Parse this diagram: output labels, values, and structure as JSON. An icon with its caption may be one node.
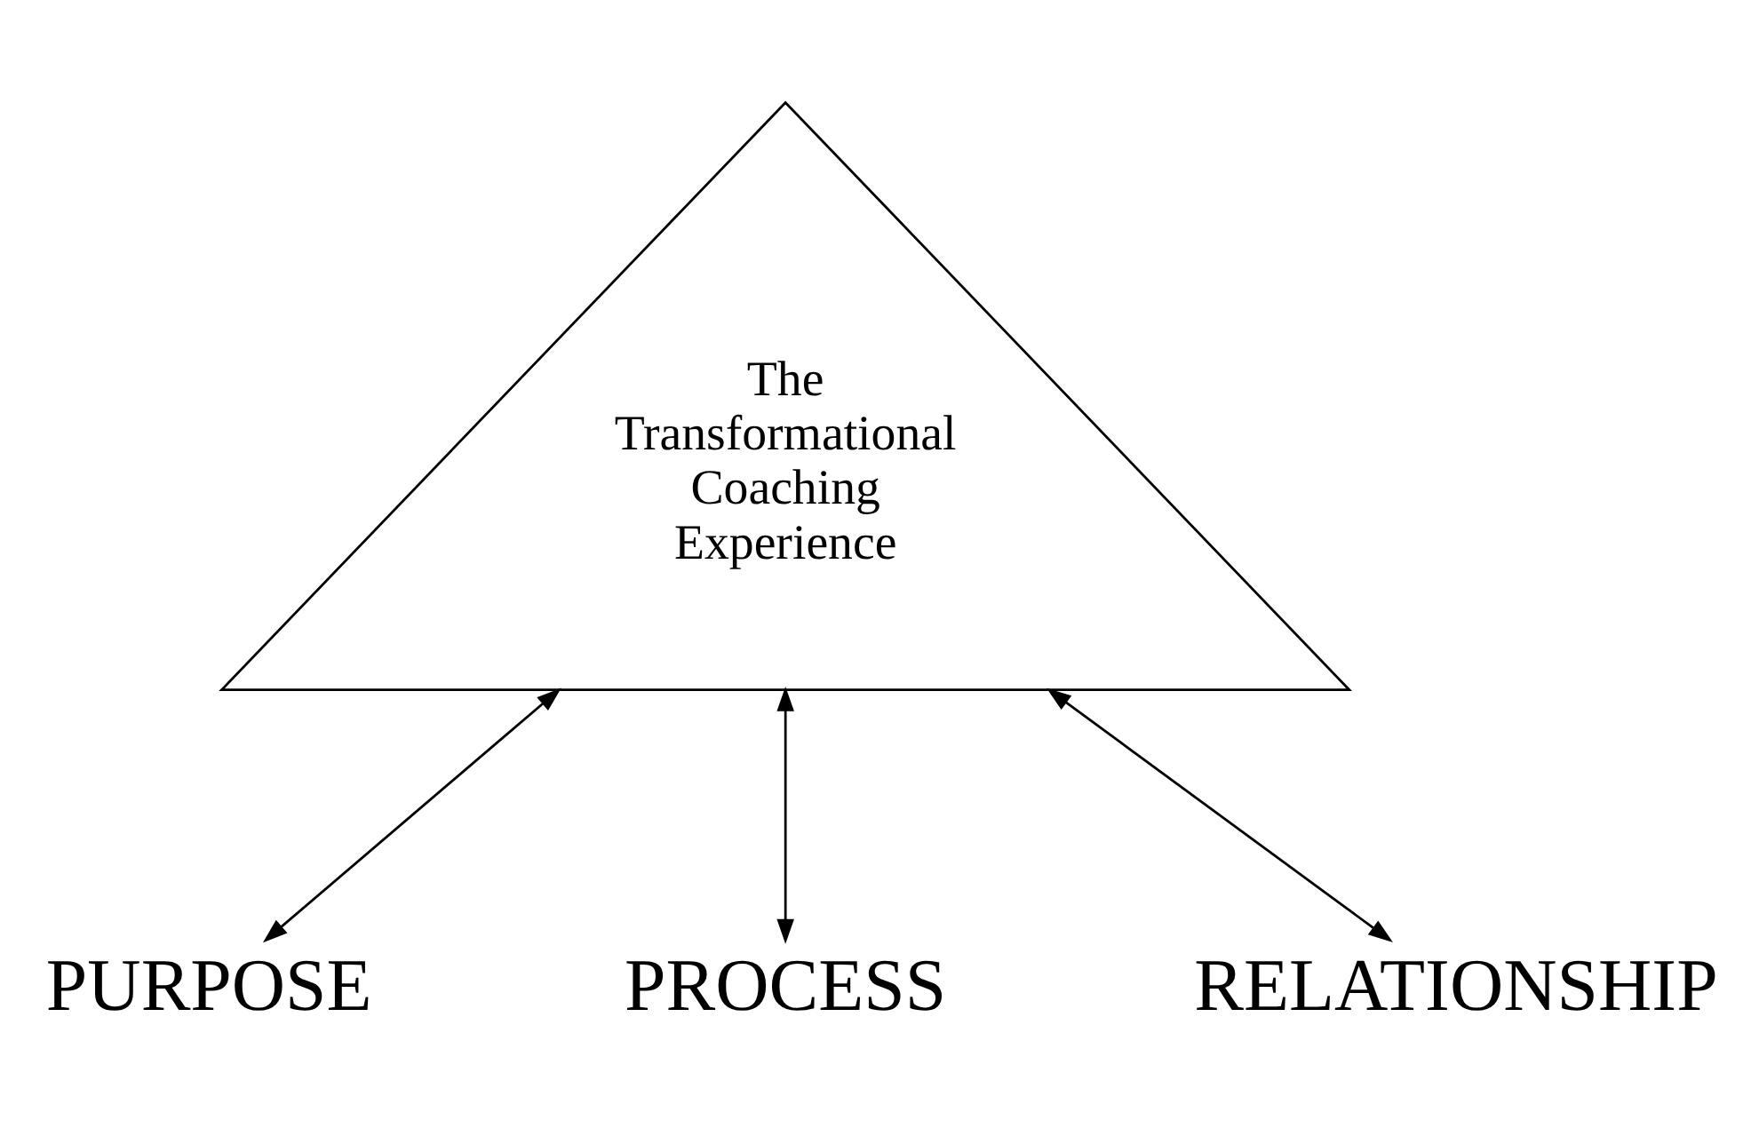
{
  "diagram": {
    "nodes": [
      {
        "text": [
          "PURPOSE"
        ]
      },
      {
        "text": [
          "The Transformational Coaching Experience"
        ]
      },
      {
        "text": [
          "PROCESS"
        ]
      },
      {
        "text": [
          "RELATIONSHIP"
        ]
      }
    ],
    "edges": [
      {
        "from": 1,
        "to": 0,
        "arrow": "both"
      },
      {
        "from": 1,
        "to": 2,
        "arrow": "both"
      },
      {
        "from": 1,
        "to": 3,
        "arrow": "both"
      }
    ]
  }
}
